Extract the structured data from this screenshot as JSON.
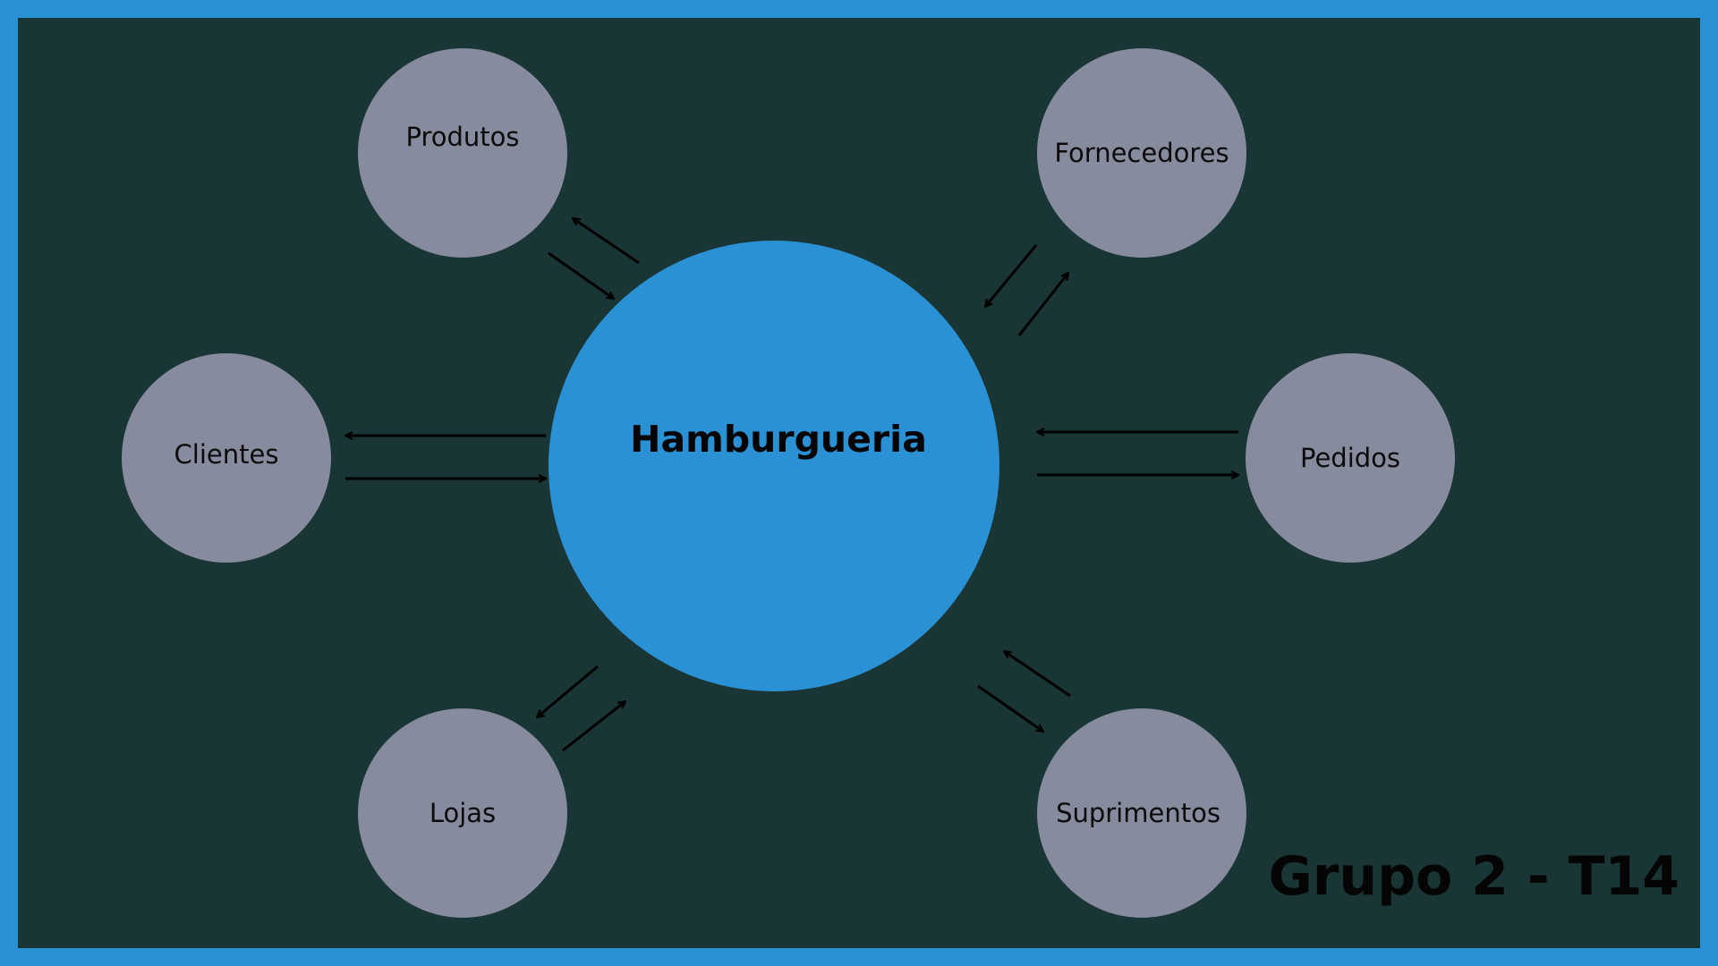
{
  "diagram": {
    "center": {
      "label": "Hamburgueria"
    },
    "entities": {
      "produtos": "Produtos",
      "fornecedores": "Fornecedores",
      "clientes": "Clientes",
      "pedidos": "Pedidos",
      "lojas": "Lojas",
      "suprimentos": "Suprimentos"
    },
    "footer": "Grupo 2 - T14"
  },
  "colors": {
    "frame": "#2b91d5",
    "background": "#1a3535",
    "center_circle": "#2b91d5",
    "entity_circle": "#868b9e",
    "arrow": "#000000"
  }
}
